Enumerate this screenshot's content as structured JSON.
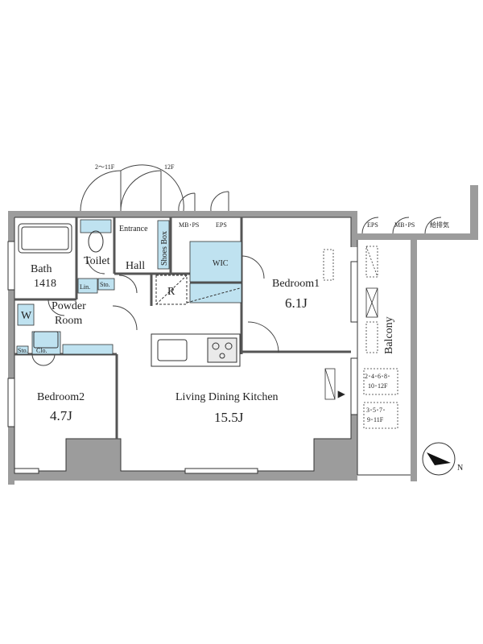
{
  "labels": {
    "floors_left_door": "2～11F",
    "floors_right_door": "12F",
    "entrance": "Entrance",
    "shoes_box": "Shoes Box",
    "mb_ps_left": "MB･PS",
    "eps_left": "EPS",
    "eps_right": "EPS",
    "mb_ps_right": "MB･PS",
    "air_vent": "給排気",
    "toilet": "Toilet",
    "hall": "Hall",
    "wic": "WIC",
    "bath": "Bath",
    "bath_size": "1418",
    "linen": "Lin.",
    "storage": "Sto.",
    "washer": "W",
    "powder_room_1": "Powder",
    "powder_room_2": "Room",
    "refrigerator": "R",
    "closet": "Clo.",
    "storage_small": "Sto.",
    "bedroom1": "Bedroom1",
    "bedroom1_size": "6.1J",
    "bedroom2": "Bedroom2",
    "bedroom2_size": "4.7J",
    "ldk": "Living Dining Kitchen",
    "ldk_size": "15.5J",
    "balcony": "Balcony",
    "hatch_floors_a1": "2･4･6･8･",
    "hatch_floors_a2": "10･12F",
    "hatch_floors_b1": "3･5･7･",
    "hatch_floors_b2": "9･11F",
    "north": "N"
  },
  "colors": {
    "wall": "#9c9c9c",
    "wall_dark": "#7f7f7f",
    "line": "#333333",
    "highlight": "#bfe2f0",
    "shaft": "#a7a7a7"
  }
}
